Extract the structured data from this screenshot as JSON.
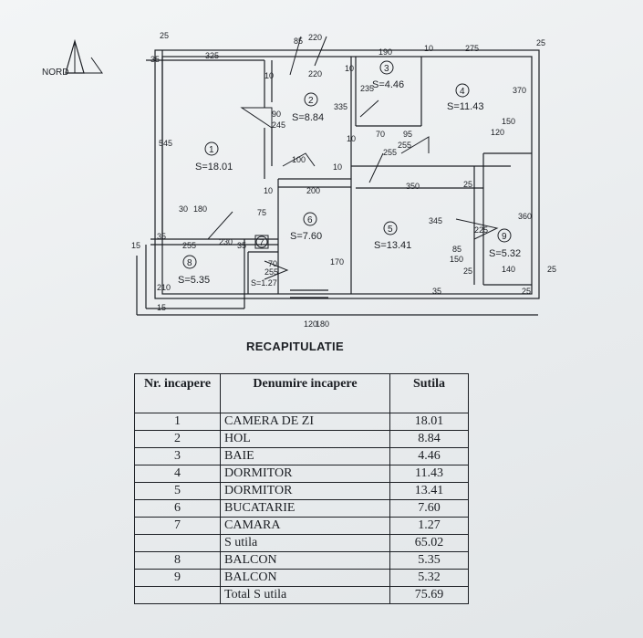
{
  "plan": {
    "north_label": "NORD",
    "rooms": [
      {
        "number": "1",
        "area_label": "S=18.01"
      },
      {
        "number": "2",
        "area_label": "S=8.84"
      },
      {
        "number": "3",
        "area_label": "S=4.46"
      },
      {
        "number": "4",
        "area_label": "S=11.43"
      },
      {
        "number": "5",
        "area_label": "S=13.41"
      },
      {
        "number": "6",
        "area_label": "S=7.60"
      },
      {
        "number": "7",
        "area_label": "S=1.27"
      },
      {
        "number": "8",
        "area_label": "S=5.35"
      },
      {
        "number": "9",
        "area_label": "S=5.32"
      }
    ],
    "dimensions": [
      "25",
      "35",
      "325",
      "85",
      "220",
      "190",
      "10",
      "275",
      "25",
      "10",
      "220",
      "10",
      "370",
      "545",
      "90",
      "245",
      "335",
      "235",
      "10",
      "95",
      "120",
      "255",
      "150",
      "70",
      "100",
      "255",
      "10",
      "200",
      "350",
      "25",
      "10",
      "30",
      "180",
      "75",
      "345",
      "360",
      "225",
      "85",
      "15",
      "35",
      "255",
      "230",
      "35",
      "70",
      "255",
      "150",
      "140",
      "25",
      "210",
      "170",
      "35",
      "15",
      "120",
      "180",
      "25",
      "25"
    ]
  },
  "recap": {
    "title": "RECAPITULATIE",
    "headers": {
      "nr": "Nr. incapere",
      "name": "Denumire incapere",
      "sutila": "Sutila"
    },
    "rows": [
      {
        "nr": "1",
        "name": "CAMERA DE ZI",
        "value": "18.01"
      },
      {
        "nr": "2",
        "name": "HOL",
        "value": "8.84"
      },
      {
        "nr": "3",
        "name": "BAIE",
        "value": "4.46"
      },
      {
        "nr": "4",
        "name": "DORMITOR",
        "value": "11.43"
      },
      {
        "nr": "5",
        "name": "DORMITOR",
        "value": "13.41"
      },
      {
        "nr": "6",
        "name": "BUCATARIE",
        "value": "7.60"
      },
      {
        "nr": "7",
        "name": "CAMARA",
        "value": "1.27"
      },
      {
        "nr": "",
        "name": "S utila",
        "value": "65.02"
      },
      {
        "nr": "8",
        "name": "BALCON",
        "value": "5.35"
      },
      {
        "nr": "9",
        "name": "BALCON",
        "value": "5.32"
      },
      {
        "nr": "",
        "name": "Total S utila",
        "value": "75.69"
      }
    ]
  }
}
